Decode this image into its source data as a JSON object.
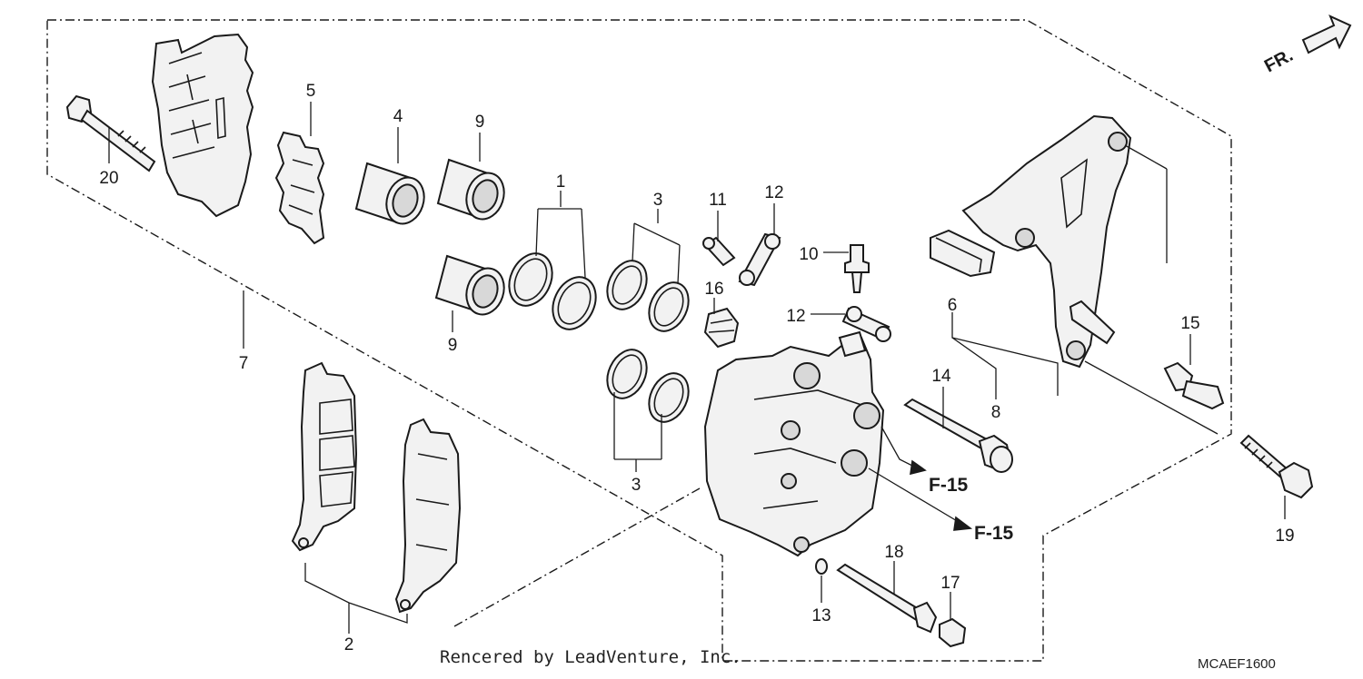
{
  "diagram": {
    "callouts": [
      {
        "id": "c20",
        "label": "20"
      },
      {
        "id": "c5",
        "label": "5"
      },
      {
        "id": "c4",
        "label": "4"
      },
      {
        "id": "c9a",
        "label": "9"
      },
      {
        "id": "c1",
        "label": "1"
      },
      {
        "id": "c3a",
        "label": "3"
      },
      {
        "id": "c11",
        "label": "11"
      },
      {
        "id": "c12a",
        "label": "12"
      },
      {
        "id": "c10",
        "label": "10"
      },
      {
        "id": "c6",
        "label": "6"
      },
      {
        "id": "c9b",
        "label": "9"
      },
      {
        "id": "c16",
        "label": "16"
      },
      {
        "id": "c12b",
        "label": "12"
      },
      {
        "id": "c15",
        "label": "15"
      },
      {
        "id": "c7",
        "label": "7"
      },
      {
        "id": "c14",
        "label": "14"
      },
      {
        "id": "c8",
        "label": "8"
      },
      {
        "id": "c3b",
        "label": "3"
      },
      {
        "id": "c19",
        "label": "19"
      },
      {
        "id": "c18",
        "label": "18"
      },
      {
        "id": "c17",
        "label": "17"
      },
      {
        "id": "c13",
        "label": "13"
      },
      {
        "id": "c2",
        "label": "2"
      }
    ],
    "references": [
      {
        "id": "ref1",
        "label": "F-15"
      },
      {
        "id": "ref2",
        "label": "F-15"
      }
    ],
    "direction_label": "FR.",
    "credit": "Rencered by LeadVenture, Inc.",
    "diagram_code": "MCAEF1600"
  }
}
